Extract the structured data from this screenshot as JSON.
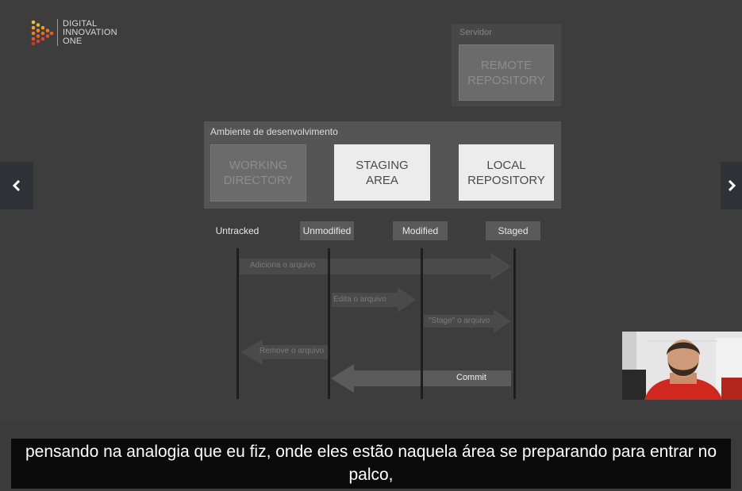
{
  "logo": {
    "line1": "DIGITAL",
    "line2": "INNOVATION",
    "line3": "ONE"
  },
  "server_panel": {
    "title": "Servidor",
    "remote_box": "REMOTE\nREPOSITORY"
  },
  "dev_panel": {
    "title": "Ambiente de desenvolvimento",
    "boxes": [
      "WORKING\nDIRECTORY",
      "STAGING\nAREA",
      "LOCAL\nREPOSITORY"
    ]
  },
  "states": [
    "Untracked",
    "Unmodified",
    "Modified",
    "Staged"
  ],
  "transitions": [
    "Adiciona o arquivo",
    "Edita o arquivo",
    "\"Stage\" o arquivo",
    "Remove o arquivo",
    "Commit"
  ],
  "nav": {
    "prev_icon": "chevron-left-icon",
    "next_icon": "chevron-right-icon"
  },
  "caption": "pensando na analogia que eu fiz, onde eles estão naquela área se preparando para entrar no palco,"
}
